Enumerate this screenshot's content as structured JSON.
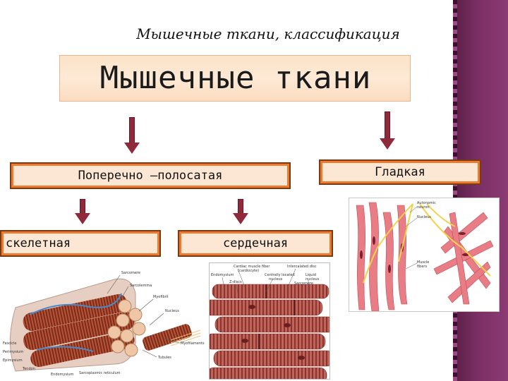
{
  "slide": {
    "subtitle": "Мышечные ткани, классификация",
    "title": "Мышечные ткани",
    "striated_label": "Поперечно –полосатая",
    "smooth_label": "Гладкая",
    "skeletal_label": "скелетная",
    "cardiac_label": "сердечная"
  },
  "colors": {
    "accent_orange": "#ee7a2f",
    "box_fill": "#fbe7d3",
    "arrow": "#8f2a3c",
    "sidebar": "#7a2f63"
  },
  "figures": {
    "skeletal": {
      "labels": [
        "Sarcomere",
        "Myofibril",
        "Myofilaments",
        "Nucleus",
        "Sarcolemma",
        "Endomysium",
        "Perimysium",
        "Epimysium",
        "Fascicle",
        "Tendon",
        "Tubules",
        "Sarcoplasmic reticulum"
      ]
    },
    "cardiac": {
      "labels": [
        "Cardiac muscle fiber (cardiocyte)",
        "Intercalated disc",
        "Endomysium",
        "Centrally located nucleus",
        "Z-discs",
        "Liquid nucleus",
        "Sarcomere"
      ]
    },
    "smooth": {
      "labels": [
        "Autonomic neuron",
        "Nucleus",
        "Muscle fibers"
      ]
    }
  }
}
